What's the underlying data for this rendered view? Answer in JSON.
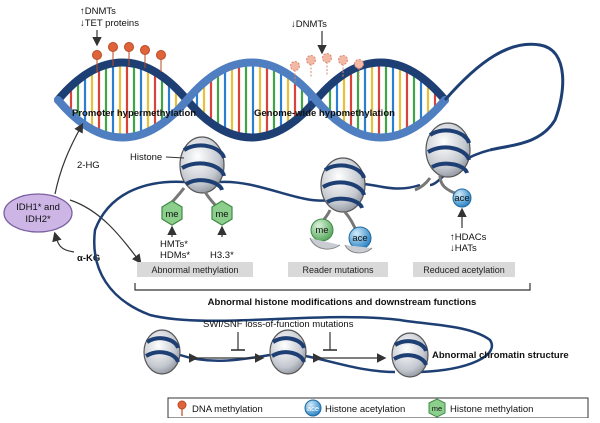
{
  "dna": {
    "promoter_annot_line1": "↑DNMTs",
    "promoter_annot_line2": "↓TET proteins",
    "genome_annot": "↓DNMTs",
    "promoter_label": "Promoter hypermethylation",
    "genome_label": "Genome-wide hypomethylation"
  },
  "idh": {
    "enzyme_line1": "IDH1* and",
    "enzyme_line2": "IDH2*",
    "product": "2-HG",
    "substrate": "α-KG"
  },
  "histone": {
    "histone_label": "Histone",
    "me_label": "me",
    "ace_label": "ace",
    "enzymes_line1": "HMTs*",
    "enzymes_line2": "HDMs*",
    "h33": "H3.3*",
    "acetyl_line1": "↑HDACs",
    "acetyl_line2": "↓HATs",
    "box_abnormal_methylation": "Abnormal methylation",
    "box_reader_mutations": "Reader mutations",
    "box_reduced_acetylation": "Reduced acetylation",
    "section_label": "Abnormal histone modifications and downstream functions"
  },
  "chromatin": {
    "swi_label": "SWI/SNF loss-of-function mutations",
    "structure_label": "Abnormal chromatin structure"
  },
  "legend": {
    "dna_methylation": "DNA methylation",
    "histone_acetylation": "Histone acetylation",
    "histone_methylation": "Histone methylation"
  },
  "colors": {
    "dna_dark": "#1e3f73",
    "dna_light": "#4f7fc0",
    "methyl_mark": "#e0643a",
    "methyl_faded": "#f2b9a6",
    "histone_methyl": "#8ccf8c",
    "histone_acetyl": "#3da0dd",
    "idh_fill": "#cdb6e6",
    "box_fill": "#d9d9d9"
  }
}
